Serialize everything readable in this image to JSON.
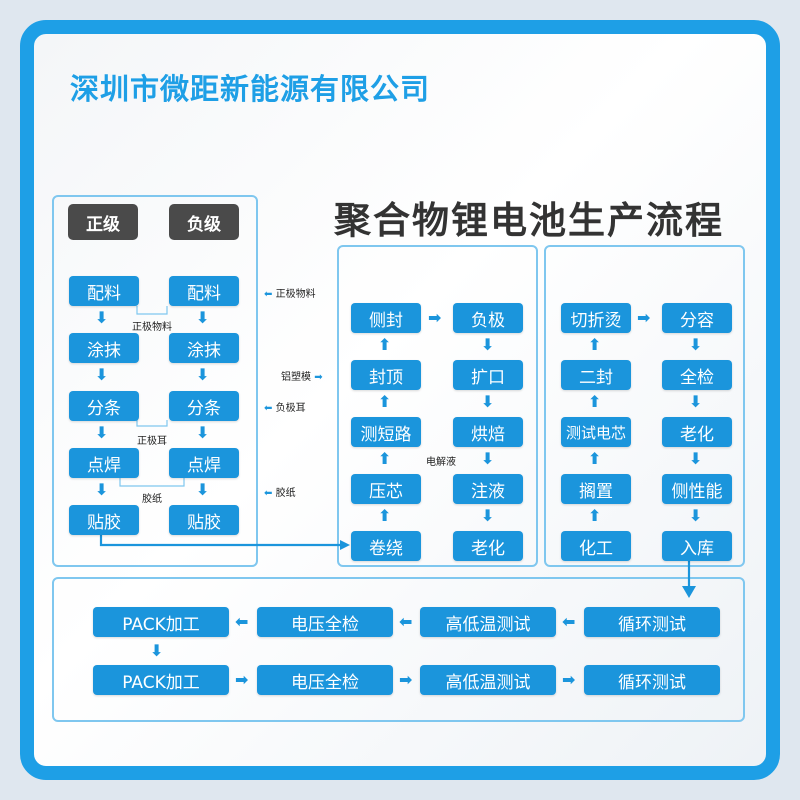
{
  "company": "深圳市微距新能源有限公司",
  "title": "聚合物锂电池生产流程",
  "colors": {
    "accent": "#1e9fe6",
    "box": "#1b95dc",
    "header": "#4a4a4a"
  },
  "electrode": {
    "positive_header": "正级",
    "negative_header": "负级",
    "steps_left": [
      "配料",
      "涂抹",
      "分条",
      "点焊",
      "贴胶"
    ],
    "steps_right": [
      "配料",
      "涂抹",
      "分条",
      "点焊",
      "贴胶"
    ],
    "between_notes": [
      "正极物料",
      "正极耳",
      "胶纸"
    ],
    "side_notes": [
      "正极物料",
      "负极耳",
      "胶纸"
    ]
  },
  "assembly": {
    "left_col": [
      "侧封",
      "封顶",
      "测短路",
      "压芯",
      "卷绕"
    ],
    "right_col": [
      "负极",
      "扩口",
      "烘焙",
      "注液",
      "老化"
    ],
    "side_note": "铝塑模",
    "inner_note": "电解液"
  },
  "formation": {
    "left_col": [
      "切折烫",
      "二封",
      "测试电芯",
      "搁置",
      "化工"
    ],
    "right_col": [
      "分容",
      "全检",
      "老化",
      "侧性能",
      "入库"
    ]
  },
  "pack": {
    "row1": [
      "PACK加工",
      "电压全检",
      "高低温测试",
      "循环测试"
    ],
    "row2": [
      "PACK加工",
      "电压全检",
      "高低温测试",
      "循环测试"
    ]
  }
}
